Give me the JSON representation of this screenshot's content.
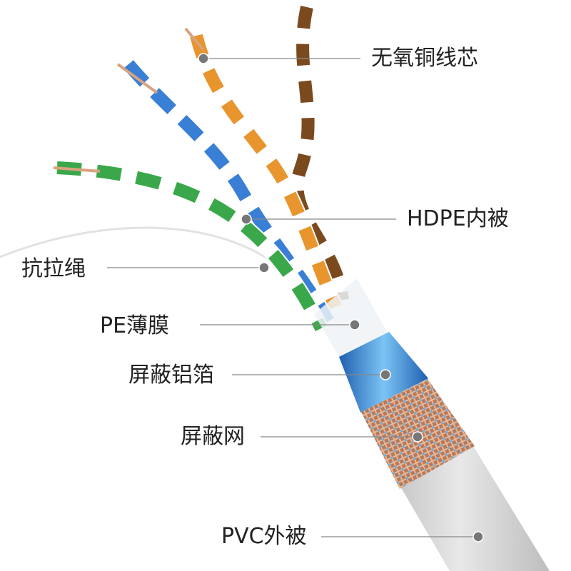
{
  "labels": {
    "copper_core": "无氧铜线芯",
    "hdpe_inner": "HDPE内被",
    "tensile_cord": "抗拉绳",
    "pe_film": "PE薄膜",
    "aluminum_foil": "屏蔽铝箔",
    "shield_mesh": "屏蔽网",
    "pvc_jacket": "PVC外被"
  },
  "colors": {
    "jacket": "#d9d9d9",
    "foil": "#3d8fd8",
    "mesh": "#c98c6c",
    "copper": "#d9a27f",
    "orange": "#e8952e",
    "brown": "#7a4a1e",
    "blue": "#3a7fd6",
    "green": "#3aa84a",
    "leader": "#888888",
    "dot": "#777777"
  }
}
